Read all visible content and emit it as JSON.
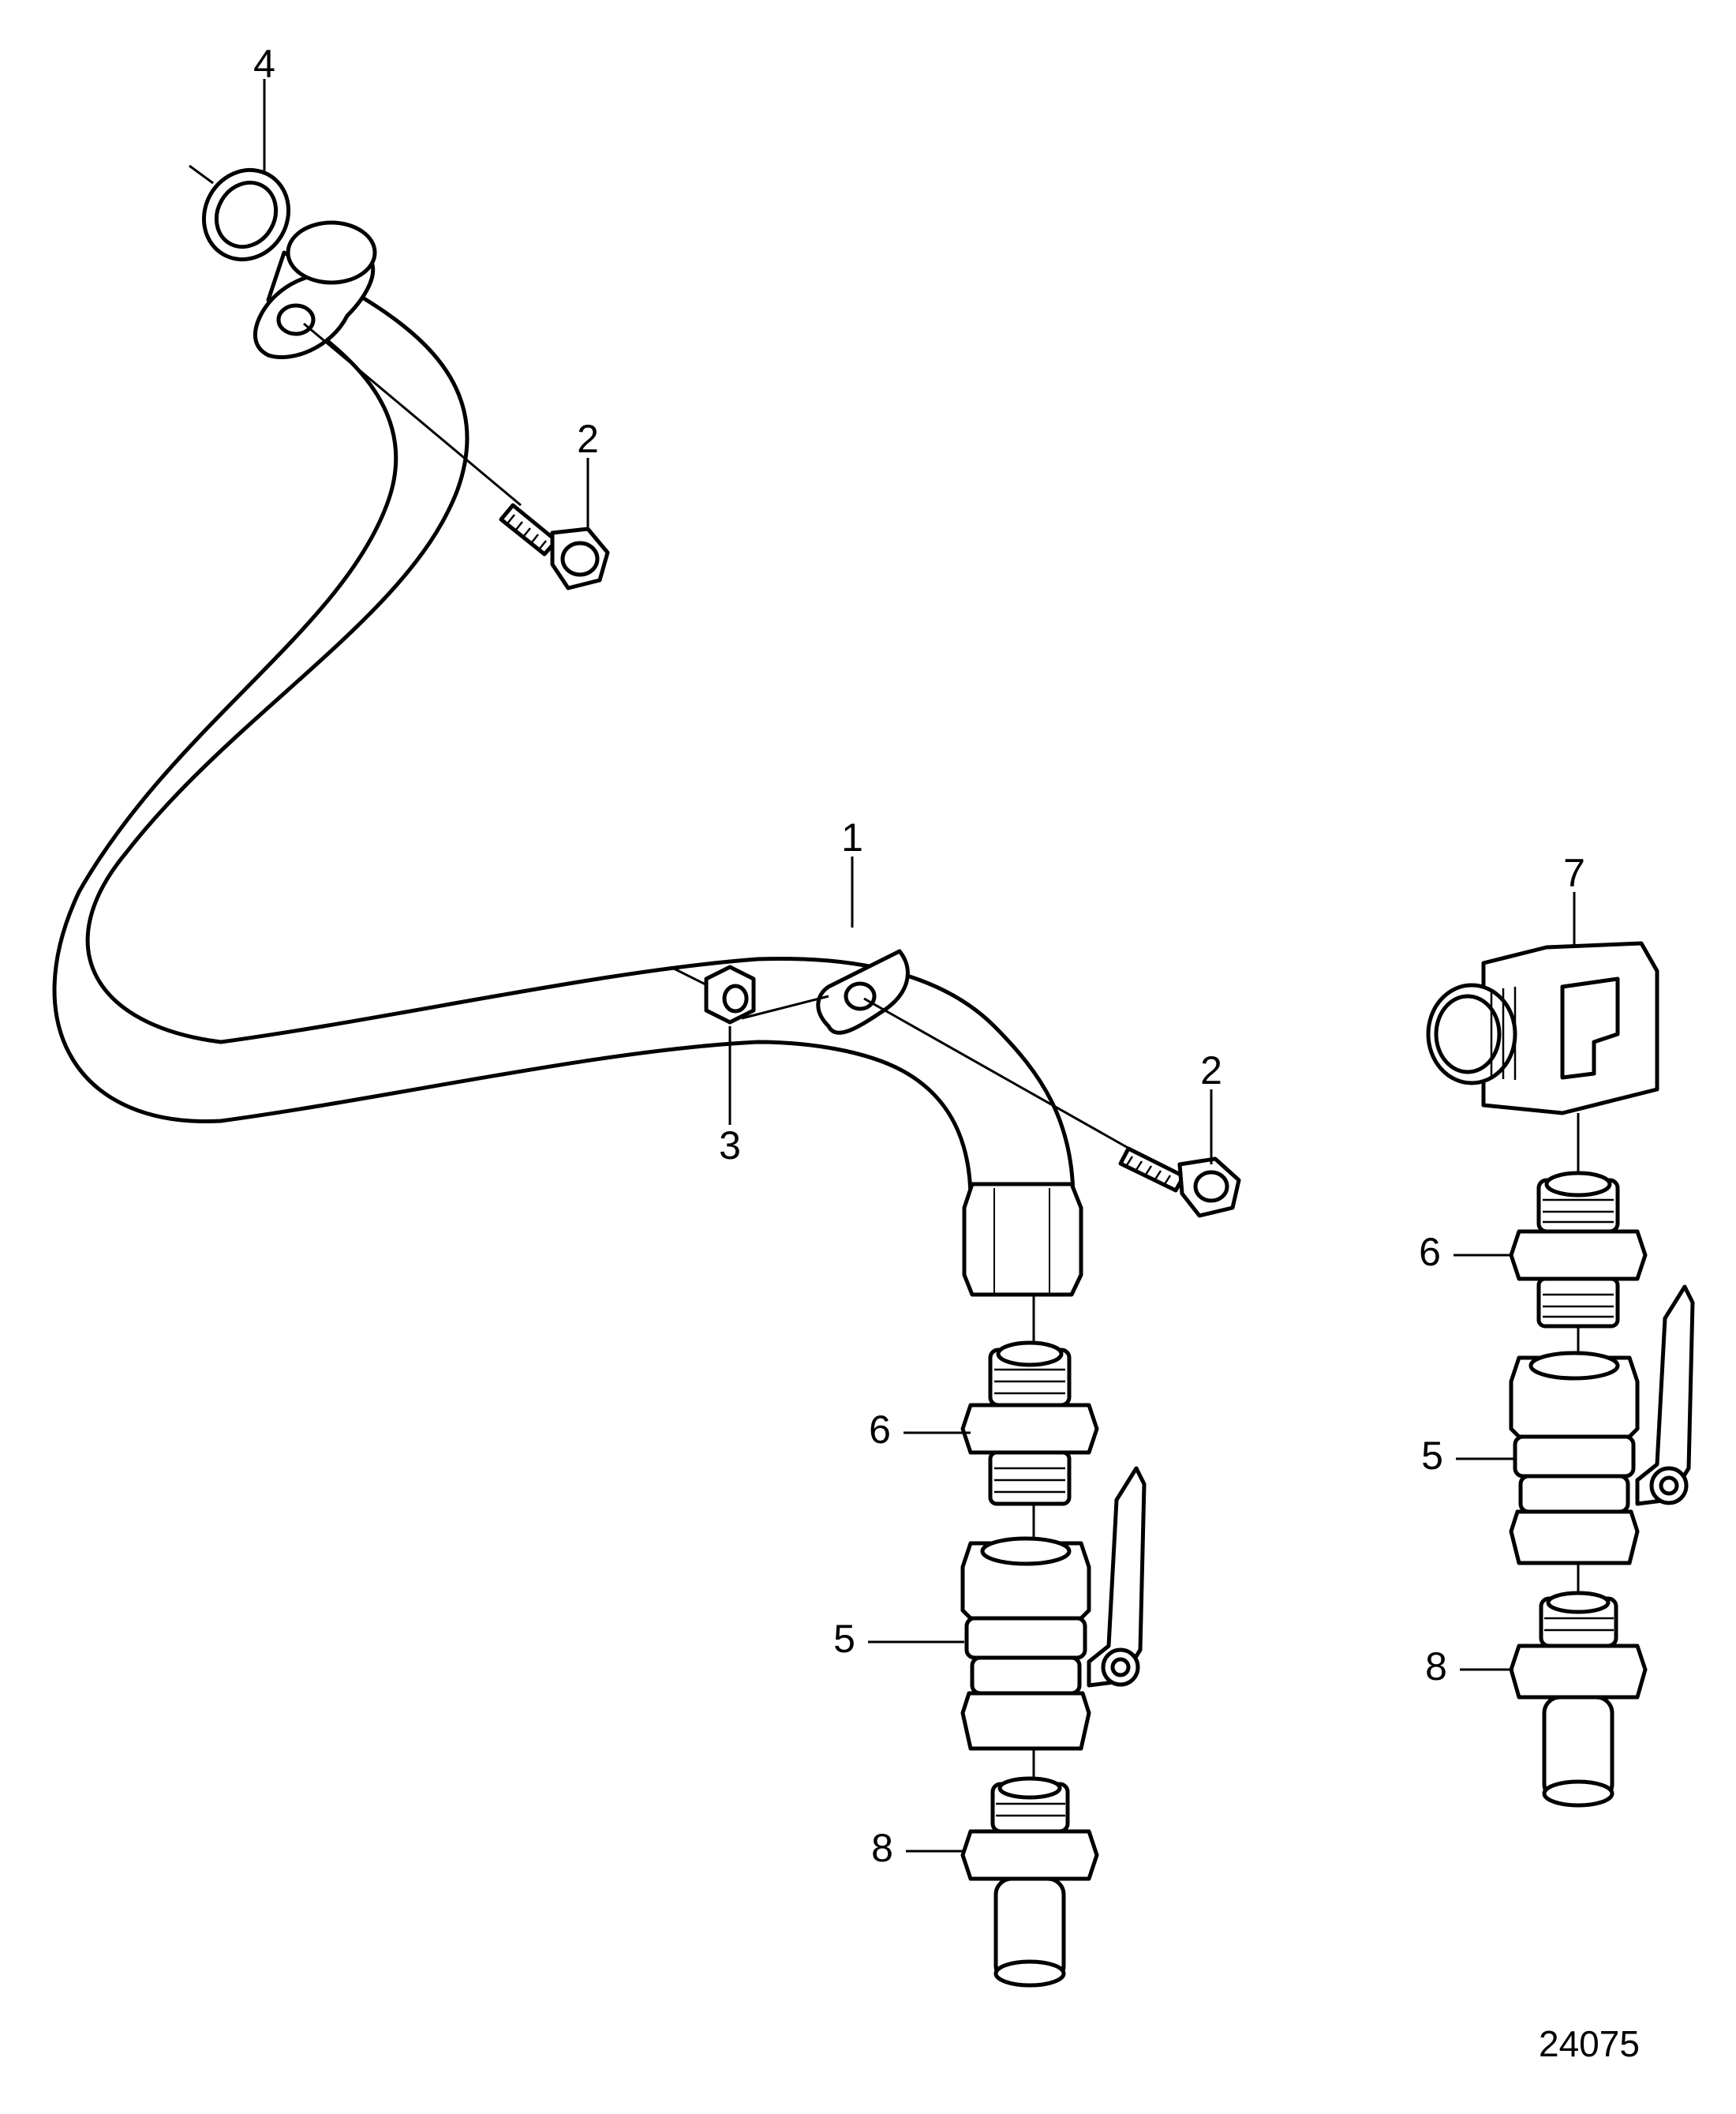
{
  "figure": {
    "figure_number": "24075"
  },
  "callouts": [
    {
      "id": "c1",
      "label": "1"
    },
    {
      "id": "c2a",
      "label": "2"
    },
    {
      "id": "c2b",
      "label": "2"
    },
    {
      "id": "c3",
      "label": "3"
    },
    {
      "id": "c4",
      "label": "4"
    },
    {
      "id": "c5a",
      "label": "5"
    },
    {
      "id": "c5b",
      "label": "5"
    },
    {
      "id": "c6a",
      "label": "6"
    },
    {
      "id": "c6b",
      "label": "6"
    },
    {
      "id": "c7",
      "label": "7"
    },
    {
      "id": "c8a",
      "label": "8"
    },
    {
      "id": "c8b",
      "label": "8"
    }
  ],
  "colors": {
    "line": "#000000",
    "background": "#ffffff"
  }
}
